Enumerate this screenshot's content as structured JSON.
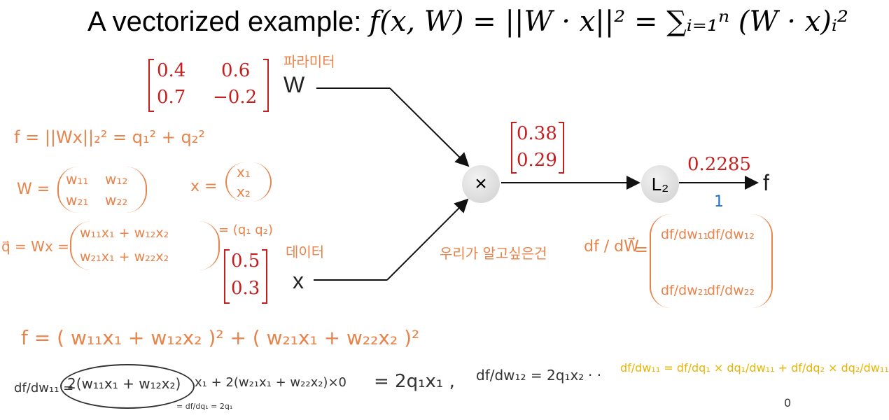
{
  "title": {
    "prefix": "A vectorized example: ",
    "formula": "f(x, W) = ||W · x||² = ∑ᵢ₌₁ⁿ (W · x)ᵢ²"
  },
  "graph": {
    "W_label": "W",
    "x_label": "x",
    "mult_node": "×",
    "l2_node": "L₂",
    "f_label": "f",
    "W_matrix": [
      "0.4",
      "0.6",
      "0.7",
      "−0.2"
    ],
    "x_vector": [
      "0.5",
      "0.3"
    ],
    "q_vector": [
      "0.38",
      "0.29"
    ],
    "output_value": "0.2285",
    "grad_f": "1"
  },
  "notes": {
    "param_label": "파라미터",
    "data_label": "데이터",
    "f_def": "f = ||Wx||₂² = q₁² + q₂²",
    "W_def": "W =",
    "W_elems": [
      "w₁₁",
      "w₁₂",
      "w₂₁",
      "w₂₂"
    ],
    "x_def": "x =",
    "x_elems": [
      "x₁",
      "x₂"
    ],
    "q_def": "q⃗ = Wx =",
    "q_rows": [
      "w₁₁x₁ + w₁₂x₂",
      "w₂₁x₁ + w₂₂x₂"
    ],
    "q_eq": "= (q₁ q₂)",
    "want": "우리가 알고싶은건",
    "want_frac": "df / dW⃗",
    "grad_eq": "=",
    "grad_elems": [
      "df/dw₁₁",
      "df/dw₁₂",
      "df/dw₂₁",
      "df/dw₂₂"
    ],
    "f_expand": "f = ( w₁₁x₁ + w₁₂x₂ )² + ( w₂₁x₁ + w₂₂x₂ )²",
    "deriv_lhs": "df/dw₁₁ =",
    "deriv_circled": "2(w₁₁x₁ + w₁₂x₂)",
    "deriv_rest": "x₁ + 2(w₂₁x₁ + w₂₂x₂)×0",
    "deriv_result": "= 2q₁x₁ ,",
    "deriv2": "df/dw₁₂ = 2q₁x₂",
    "dots": "· ·",
    "circled_note": "= df/dq₁ = 2q₁",
    "chain_rule": "df/dw₁₁ = df/dq₁ × dq₁/dw₁₁ + df/dq₂ × dq₂/dw₁₁",
    "chain_zero": "0"
  },
  "colors": {
    "red": "#c41e1e",
    "orange": "#e8834a",
    "yellow": "#e9b400"
  }
}
